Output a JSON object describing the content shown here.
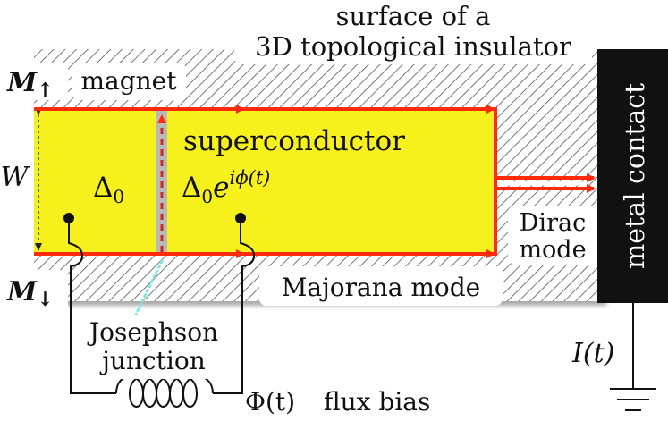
{
  "labels": {
    "surface_line1": "surface of a",
    "surface_line2": "3D topological insulator",
    "magnet": "magnet",
    "m_up": "M",
    "m_up_arrow": "↑",
    "m_down": "M",
    "m_down_arrow": "↓",
    "width": "W",
    "superconductor": "superconductor",
    "delta_left": "Δ",
    "delta_left_sub": "0",
    "delta_right": "Δ",
    "delta_right_sub": "0",
    "delta_right_e": "e",
    "delta_right_exp": "iϕ(t)",
    "dirac_line1": "Dirac",
    "dirac_line2": "mode",
    "metal_contact": "metal contact",
    "majorana_mode": "Majorana mode",
    "josephson_line1": "Josephson",
    "josephson_line2": "junction",
    "current": "I(t)",
    "flux_symbol": "Φ(t)",
    "flux_bias": "flux bias"
  },
  "colors": {
    "superconductor_fill": "#f6f01c",
    "edge_mode": "#ff2a0a",
    "junction_dashed": "#c0302a",
    "hatch_background": "#b8b8b8",
    "metal_contact_fill": "#111111",
    "dotted_pointer": "#7fe6e0"
  }
}
